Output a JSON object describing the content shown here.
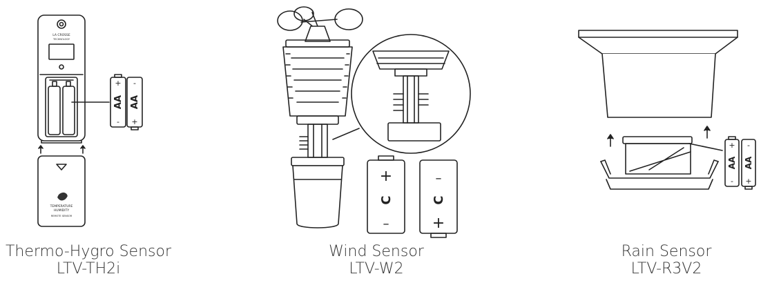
{
  "sensors": [
    {
      "name": "Thermo-Hygro Sensor",
      "model": "LTV-TH2i"
    },
    {
      "name": "Wind Sensor",
      "model": "LTV-W2"
    },
    {
      "name": "Rain Sensor",
      "model": "LTV-R3V2"
    }
  ],
  "device_labels": {
    "brand_line1": "LA CROSSE",
    "brand_line2": "TECHNOLOGY",
    "cover_line1": "TEMPERATURE",
    "cover_line2": "HUMIDITY",
    "cover_line3": "REMOTE SENSOR"
  },
  "batteries": {
    "aa": {
      "type": "AA",
      "plus": "+",
      "minus": "-"
    },
    "c": {
      "type": "C",
      "plus": "+",
      "minus": "–"
    }
  },
  "icons": [
    "battery-aa-icon",
    "battery-c-icon",
    "arrow-up-icon"
  ]
}
